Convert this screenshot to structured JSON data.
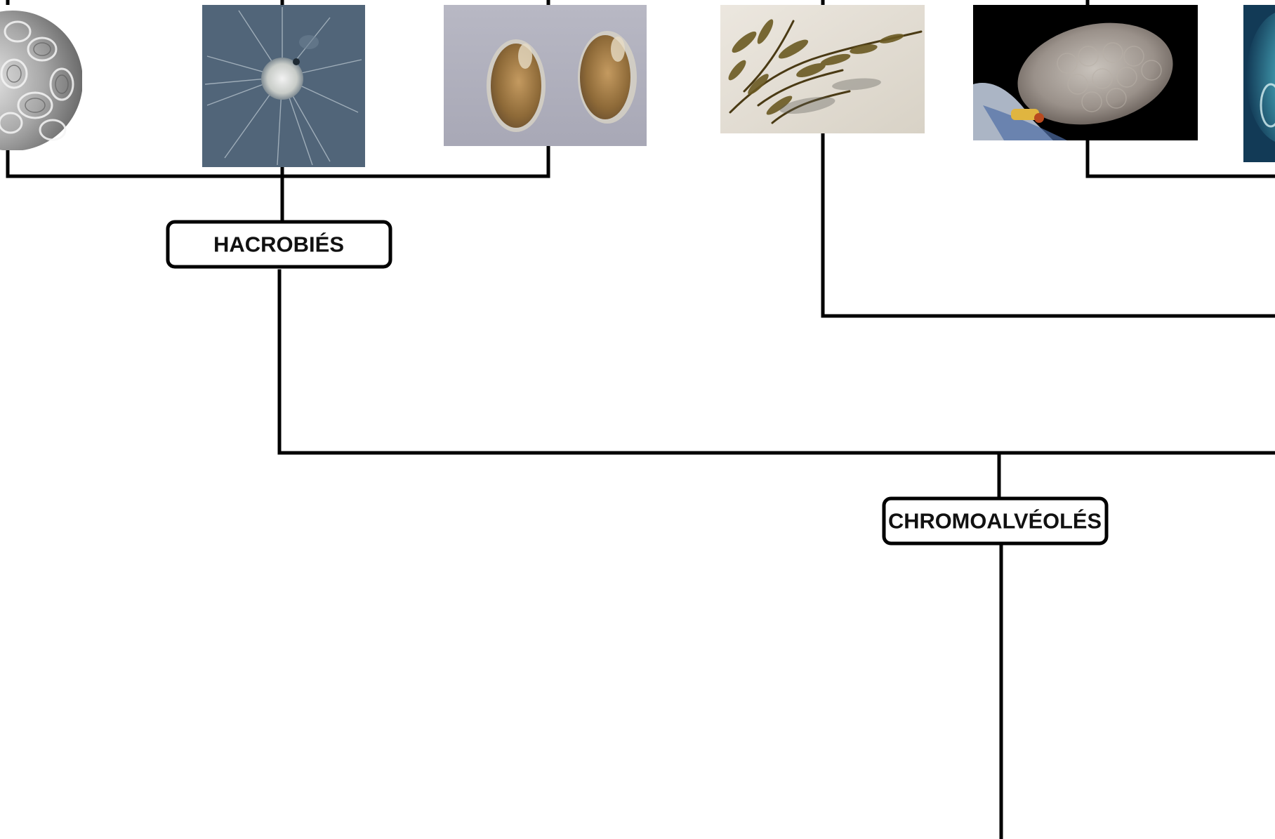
{
  "colors": {
    "line": "#000000",
    "box_fill": "#ffffff",
    "label_text": "#111111"
  },
  "nodes": {
    "hacrobies": {
      "label": "HACROBIÉS"
    },
    "chromoalveoles": {
      "label": "CHROMOALVÉOLÉS"
    }
  },
  "images": [
    {
      "name": "coccolithophore-photo",
      "subject": "coccolithophore micrograph"
    },
    {
      "name": "heliozoan-photo",
      "subject": "radiating protist micrograph"
    },
    {
      "name": "cryptophyte-photo",
      "subject": "paired brown cells micrograph"
    },
    {
      "name": "brown-algae-photo",
      "subject": "brown seaweed on sand"
    },
    {
      "name": "ciliate-photo",
      "subject": "oval ciliate on black background"
    },
    {
      "name": "blue-protist-photo",
      "subject": "blue translucent protist"
    }
  ]
}
